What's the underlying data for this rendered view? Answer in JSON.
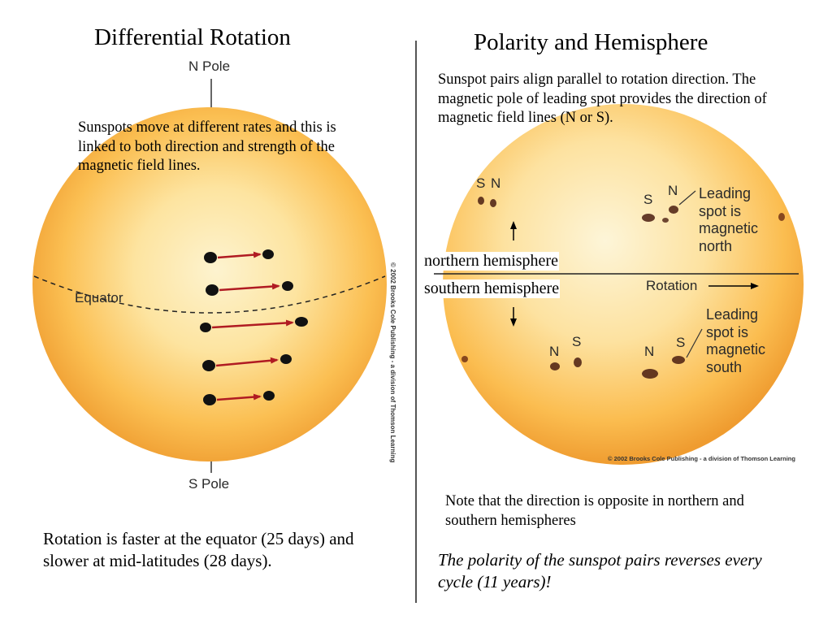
{
  "left": {
    "title": "Differential Rotation",
    "n_pole": "N Pole",
    "s_pole": "S Pole",
    "equator": "Equator",
    "description": "Sunspots move at different rates and this is linked to both direction and strength of the magnetic field lines.",
    "credit": "© 2002 Brooks Cole Publishing - a division of Thomson Learning",
    "caption": "Rotation is faster at the equator (25 days) and slower at mid-latitudes (28 days)."
  },
  "right": {
    "title": "Polarity and Hemisphere",
    "description": "Sunspot pairs align parallel to rotation direction. The magnetic pole of leading spot provides the direction of magnetic field lines (N or S).",
    "north_pair": [
      "S",
      "N"
    ],
    "north_right_s": "S",
    "north_right_n": "N",
    "leading_north": "Leading spot is magnetic north",
    "northern_hemisphere": "northern hemisphere",
    "southern_hemisphere": "southern hemisphere",
    "rotation": "Rotation",
    "leading_south": "Leading spot is magnetic south",
    "south_pair": [
      "N",
      "S"
    ],
    "south_right_n": "N",
    "south_right_s": "S",
    "credit": "© 2002 Brooks Cole Publishing - a division of Thomson Learning",
    "note": "Note that the direction is opposite in northern and southern hemispheres",
    "polarity": "The polarity of the sunspot pairs reverses every cycle (11 years)!"
  },
  "colors": {
    "sun_center": "#fdf1c4",
    "sun_mid": "#fbc85c",
    "sun_edge": "#ef9a2c",
    "arrow": "#b01b22",
    "spot": "#111111"
  }
}
